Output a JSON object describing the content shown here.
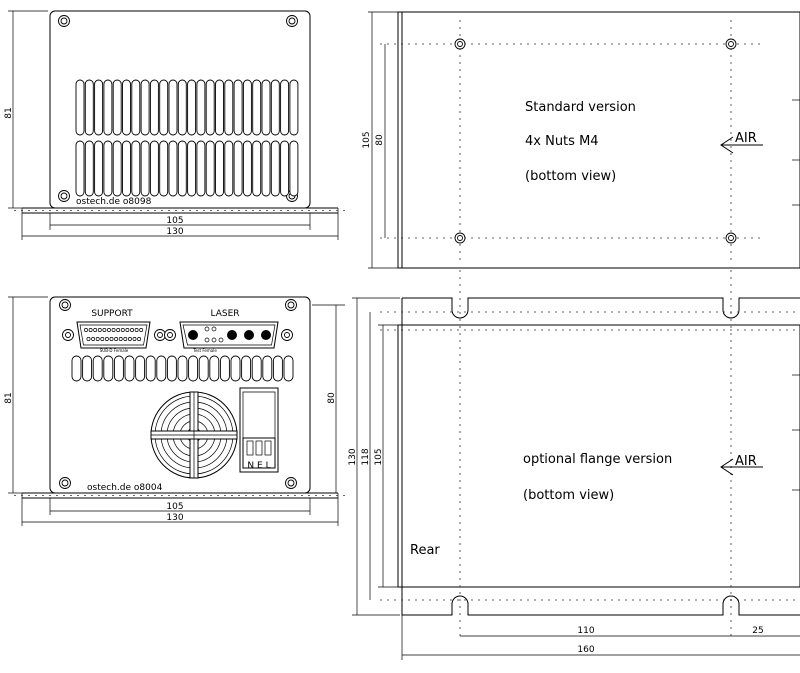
{
  "front_top": {
    "brand_label": "ostech.de o8098",
    "dim_height": "81",
    "dim_inner_width": "105",
    "dim_outer_width": "130"
  },
  "front_bottom": {
    "support_label": "SUPPORT",
    "laser_label": "LASER",
    "brand_label": "ostech.de o8004",
    "dim_height_left": "81",
    "dim_height_right": "80",
    "dim_inner_width": "105",
    "dim_outer_width": "130",
    "sub_connector_label": "SUB-D Female",
    "laser_connector_label": "Test Female",
    "power_switch_label": "N E L"
  },
  "standard_view": {
    "title": "Standard version",
    "nuts": "4x Nuts M4",
    "note": "(bottom view)",
    "air_label": "AIR",
    "dim_outer": "105",
    "dim_inner": "80"
  },
  "flange_view": {
    "title": "optional flange version",
    "note": "(bottom view)",
    "air_label": "AIR",
    "rear_label": "Rear",
    "dim_130": "130",
    "dim_118": "118",
    "dim_105": "105",
    "dim_110": "110",
    "dim_25": "25",
    "dim_160": "160"
  }
}
